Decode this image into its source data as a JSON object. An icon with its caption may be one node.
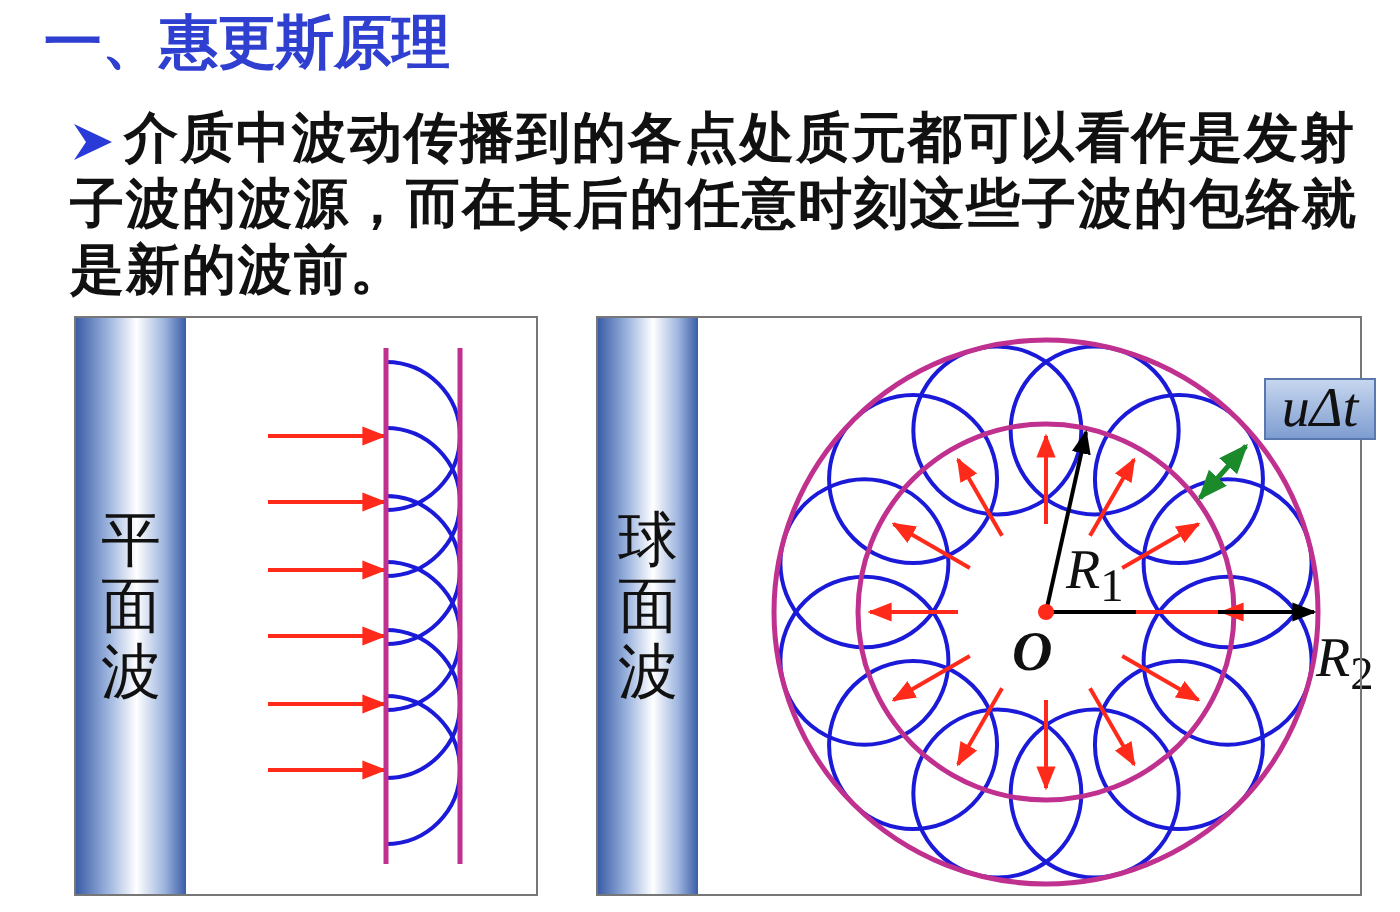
{
  "diagram": {
    "title": "一、惠更斯原理",
    "nodes": [
      {
        "text": [],
        "shape": "box"
      },
      {
        "text": [
          "平面波"
        ],
        "in": 0
      },
      {
        "text": [],
        "shape": "box"
      },
      {
        "text": [
          "球面波"
        ],
        "in": 2
      },
      {
        "text": [
          "uΔt"
        ],
        "in": 2
      }
    ],
    "labels": [
      "介质中波动传播到的各点处质元都可以看作是发射子波的波源，而在其后的任意时刻这些子波的包络就是新的波前。",
      "*R*$_{1}$",
      "O",
      "*R*$_{2}$"
    ]
  }
}
